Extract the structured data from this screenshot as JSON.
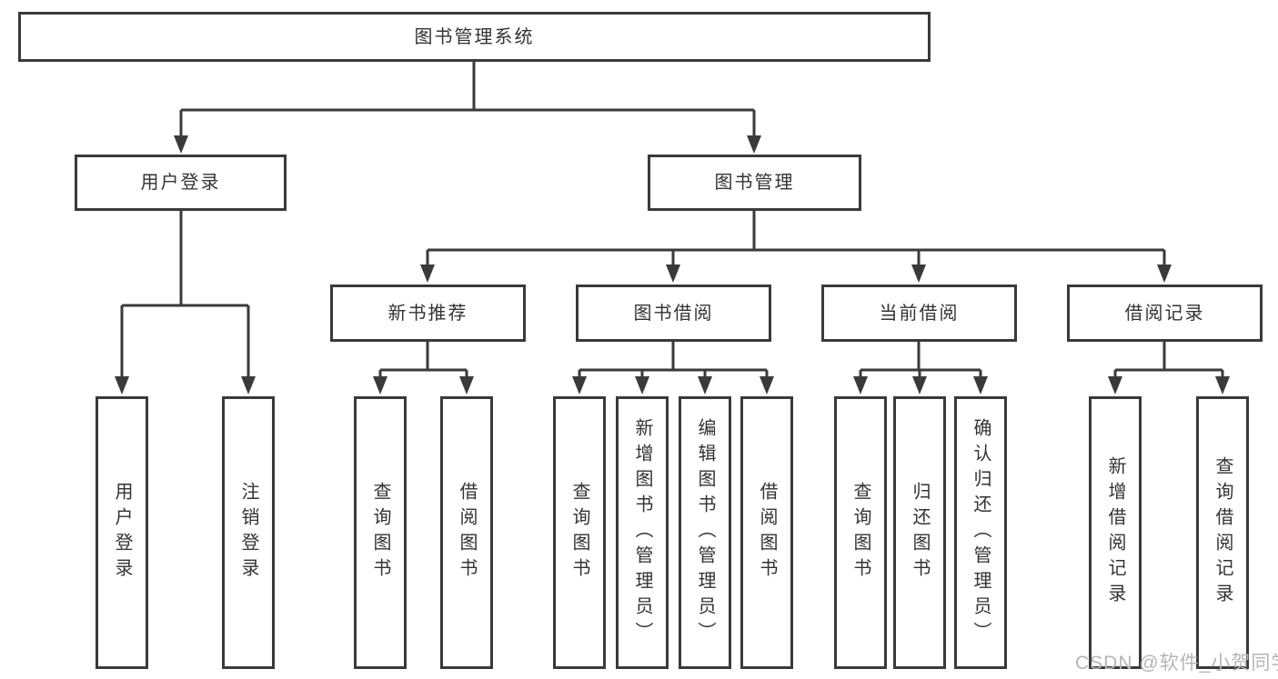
{
  "nodes": {
    "root": "图书管理系统",
    "user_login": "用户登录",
    "book_management": "图书管理",
    "new_book_recommendation": "新书推荐",
    "book_borrowing": "图书借阅",
    "current_borrowing": "当前借阅",
    "borrowing_records": "借阅记录",
    "leaves": {
      "user_login_leaf": "用户登录",
      "logout_login": "注销登录",
      "recommend_query_books": "查询图书",
      "recommend_borrow_books": "借阅图书",
      "borrow_query_books": "查询图书",
      "add_books_admin": "新增图书（管理员）",
      "edit_books_admin": "编辑图书（管理员）",
      "borrow_books": "借阅图书",
      "current_query_books": "查询图书",
      "return_books": "归还图书",
      "confirm_return_admin": "确认归还（管理员）",
      "add_borrow_record": "新增借阅记录",
      "query_borrow_record": "查询借阅记录"
    }
  },
  "watermark": "CSDN @软件_小贺同学",
  "colors": {
    "line": "#3a3a3a",
    "box_border": "#3a3a3a",
    "text": "#333333",
    "background": "#ffffff",
    "watermark": "#b6b6b6"
  }
}
